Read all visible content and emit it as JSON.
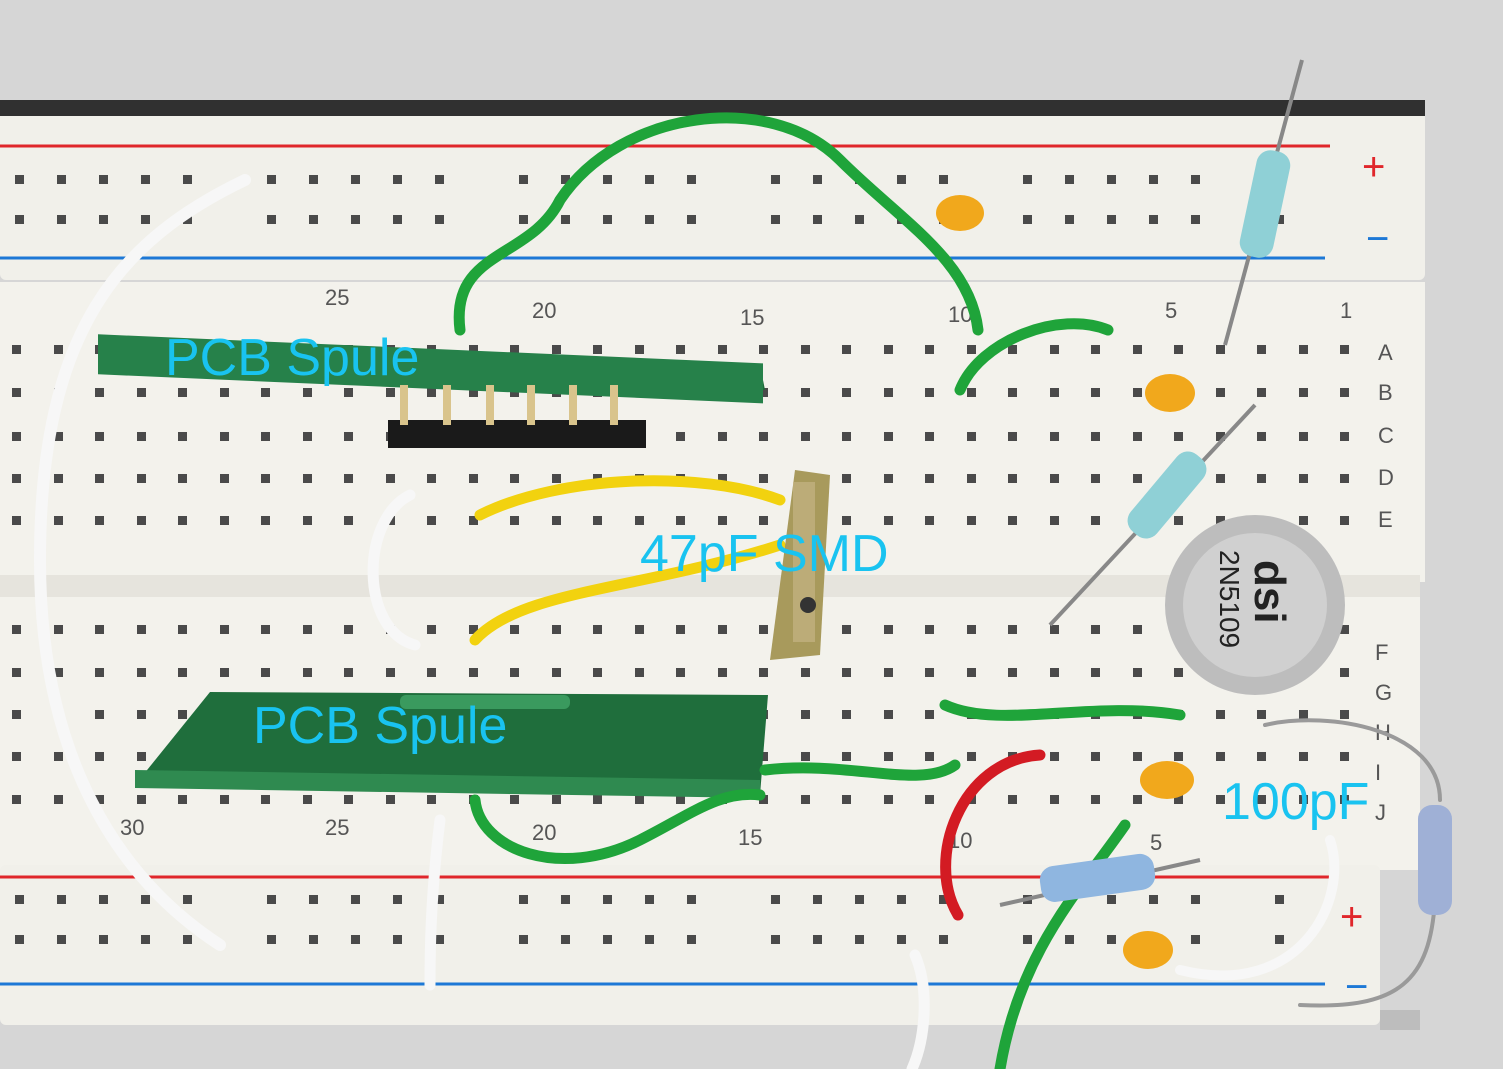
{
  "annotations": {
    "pcb_coil_top": "PCB Spule",
    "smd_capacitor": "47pF SMD",
    "pcb_coil_bottom": "PCB Spule",
    "capacitor_100pf": "100pF"
  },
  "breadboard": {
    "column_numbers_top": [
      "25",
      "20",
      "15",
      "10",
      "5",
      "1"
    ],
    "column_numbers_bottom": [
      "30",
      "25",
      "20",
      "15",
      "10",
      "5"
    ],
    "row_letters": [
      "A",
      "B",
      "C",
      "D",
      "E",
      "F",
      "G",
      "H",
      "I",
      "J"
    ],
    "rail_plus": "+",
    "rail_minus": "−"
  },
  "transistor_marking": {
    "brand": "dsi",
    "part_number": "2N5109"
  },
  "colors": {
    "label": "#19c3f0",
    "breadboard": "#f3f2ec",
    "red_rail": "#e0262b",
    "blue_rail": "#1d78d6",
    "wire_green": "#1fa43a",
    "wire_yellow": "#f2d20f",
    "wire_white": "#f7f7f7",
    "wire_red": "#d31b23",
    "pcb_green": "#1e6b3a",
    "capacitor_orange": "#f1a81c"
  }
}
